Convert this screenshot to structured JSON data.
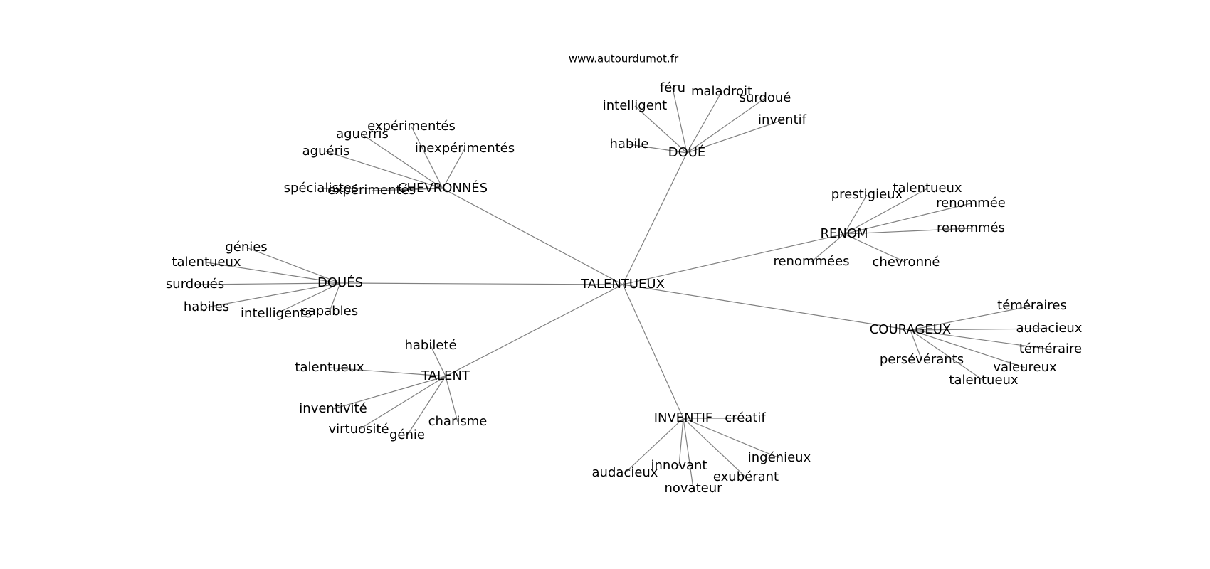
{
  "site": "www.autourdumot.fr",
  "center": "TALENTUEUX",
  "clusters": [
    {
      "id": "doue",
      "label": "DOUÉ",
      "words": [
        "intelligent",
        "féru",
        "maladroit",
        "surdoué",
        "inventif",
        "habile"
      ]
    },
    {
      "id": "chevronnes",
      "label": "CHEVRONNÉS",
      "words": [
        "expérimentés",
        "aguerris",
        "aguéris",
        "inexpérimentés",
        "spécialistes",
        "expérimentés"
      ]
    },
    {
      "id": "renom",
      "label": "RENOM",
      "words": [
        "prestigieux",
        "talentueux",
        "renommée",
        "renommés",
        "renommées",
        "chevronné"
      ]
    },
    {
      "id": "doues",
      "label": "DOUÉS",
      "words": [
        "génies",
        "talentueux",
        "surdoués",
        "habiles",
        "intelligents",
        "capables"
      ]
    },
    {
      "id": "courageux",
      "label": "COURAGEUX",
      "words": [
        "téméraires",
        "audacieux",
        "téméraire",
        "persévérants",
        "valeureux",
        "talentueux"
      ]
    },
    {
      "id": "talent",
      "label": "TALENT",
      "words": [
        "habileté",
        "talentueux",
        "inventivité",
        "virtuosité",
        "génie",
        "charisme"
      ]
    },
    {
      "id": "inventif",
      "label": "INVENTIF",
      "words": [
        "créatif",
        "ingénieux",
        "innovant",
        "audacieux",
        "exubérant",
        "novateur"
      ]
    }
  ]
}
